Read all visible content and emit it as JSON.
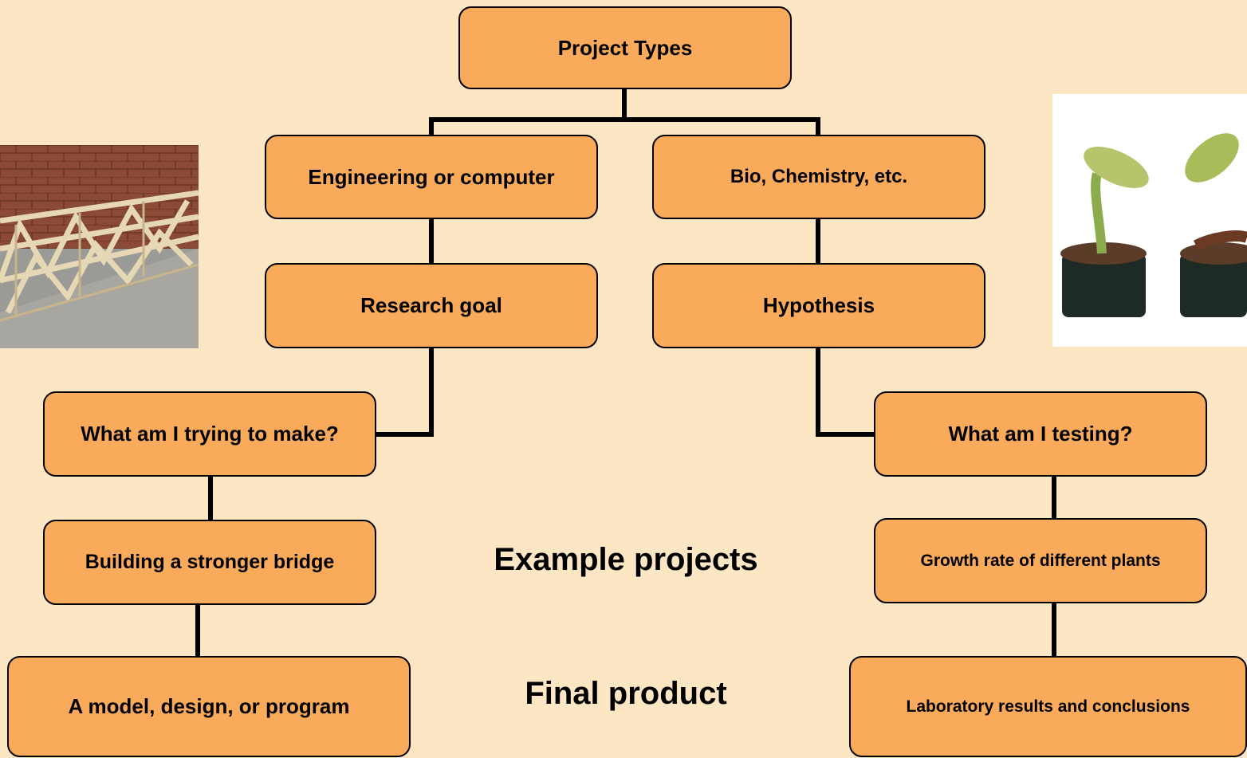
{
  "nodes": {
    "project_types": "Project Types",
    "engineering": "Engineering or computer",
    "bio_chem": "Bio, Chemistry, etc.",
    "research_goal": "Research goal",
    "hypothesis": "Hypothesis",
    "what_make": "What am I trying to make?",
    "what_testing": "What am I testing?",
    "bridge": "Building a stronger bridge",
    "plants": "Growth rate of different plants",
    "model": "A model, design, or program",
    "lab_results": "Laboratory results and conclusions"
  },
  "captions": {
    "examples": "Example projects",
    "final": "Final product"
  },
  "colors": {
    "background": "#fce6c4",
    "box_fill": "#f9aa5a",
    "line": "#000000"
  }
}
